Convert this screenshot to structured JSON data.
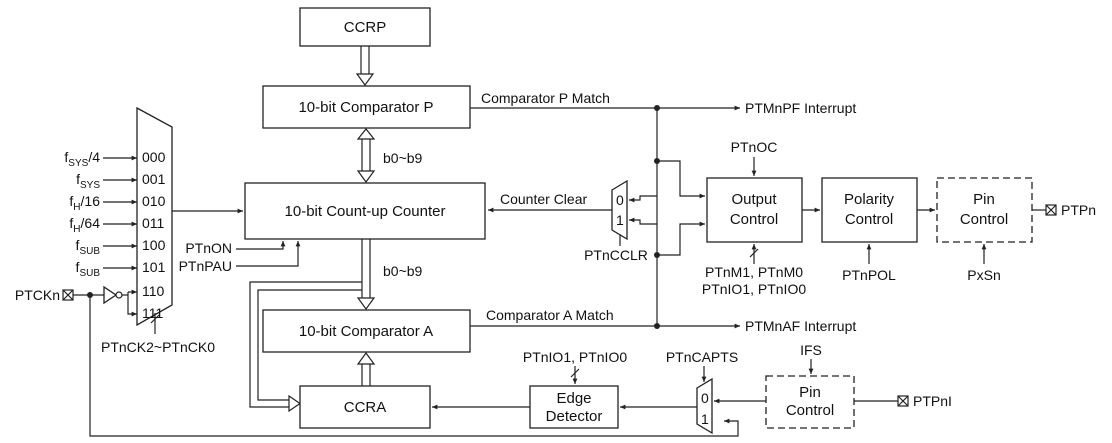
{
  "blocks": {
    "ccrp": "CCRP",
    "comparator_p": "10-bit Comparator P",
    "counter": "10-bit Count-up Counter",
    "comparator_a": "10-bit Comparator A",
    "ccra": "CCRA",
    "edge_detector_line1": "Edge",
    "edge_detector_line2": "Detector",
    "output_control_line1": "Output",
    "output_control_line2": "Control",
    "polarity_control_line1": "Polarity",
    "polarity_control_line2": "Control",
    "pin_control_line1": "Pin",
    "pin_control_line2": "Control",
    "pin_control2_line1": "Pin",
    "pin_control2_line2": "Control"
  },
  "clock_mux": {
    "inputs": [
      {
        "main": "f",
        "sub": "SYS",
        "suffix": "/4",
        "code": "000"
      },
      {
        "main": "f",
        "sub": "SYS",
        "suffix": "",
        "code": "001"
      },
      {
        "main": "f",
        "sub": "H",
        "suffix": "/16",
        "code": "010"
      },
      {
        "main": "f",
        "sub": "H",
        "suffix": "/64",
        "code": "011"
      },
      {
        "main": "f",
        "sub": "SUB",
        "suffix": "",
        "code": "100"
      },
      {
        "main": "f",
        "sub": "SUB",
        "suffix": "",
        "code": "101"
      }
    ],
    "code_110": "110",
    "code_111": "111",
    "select_label": "PTnCK2~PTnCK0",
    "pin_label": "PTCKn"
  },
  "labels": {
    "bus_p": "b0~b9",
    "bus_a": "b0~b9",
    "ptnon": "PTnON",
    "ptnpau": "PTnPAU",
    "comparator_p_match": "Comparator P Match",
    "comparator_a_match": "Comparator A Match",
    "ptmnpf_interrupt": "PTMnPF Interrupt",
    "ptmnaf_interrupt": "PTMnAF Interrupt",
    "counter_clear": "Counter Clear",
    "cclr_mux_0": "0",
    "cclr_mux_1": "1",
    "ptncclr": "PTnCCLR",
    "ptnoc": "PTnOC",
    "ptnm": "PTnM1, PTnM0",
    "ptnio_out": "PTnIO1, PTnIO0",
    "ptnpol": "PTnPOL",
    "pxsn": "PxSn",
    "ptpn": "PTPn",
    "ptnio_edge": "PTnIO1, PTnIO0",
    "ptncapts": "PTnCAPTS",
    "capts_mux_0": "0",
    "capts_mux_1": "1",
    "ifs": "IFS",
    "ptpni": "PTPnI"
  }
}
